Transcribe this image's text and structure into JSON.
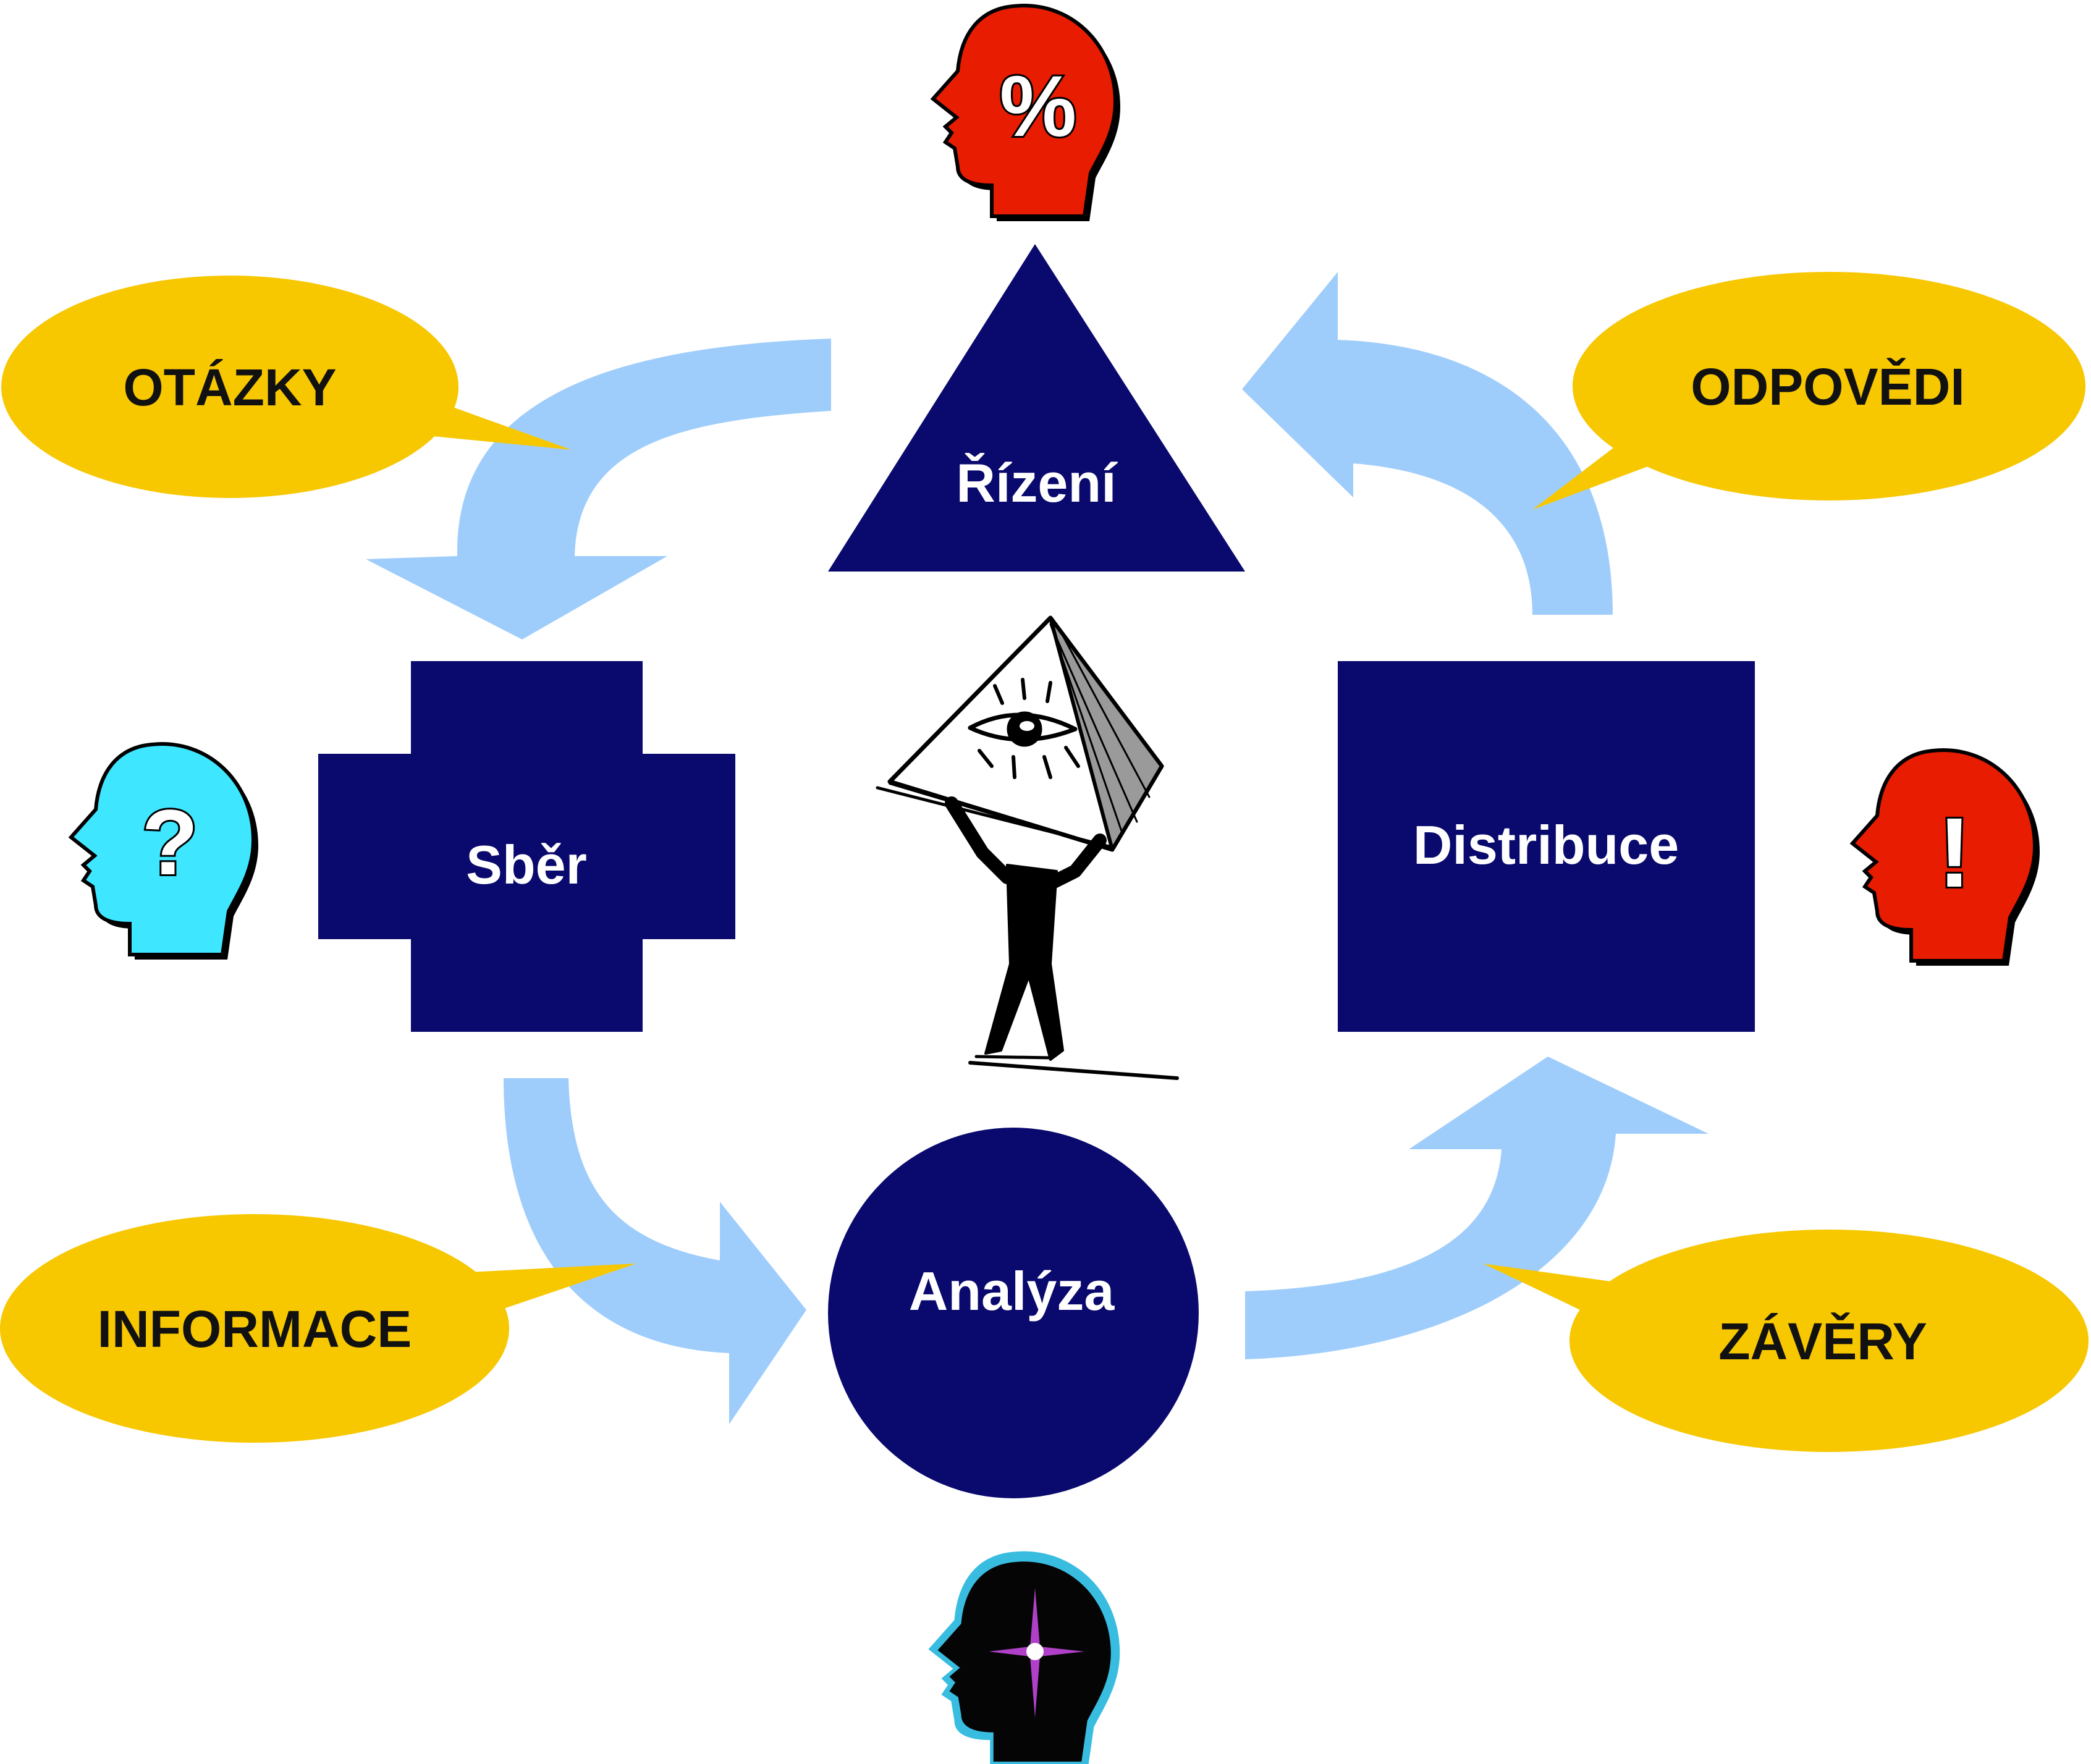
{
  "colors": {
    "node": "#0a0a6e",
    "arrow": "#9fcdfb",
    "bubble": "#f7c700",
    "head_red": "#e81c00",
    "head_cyan": "#3fe6ff",
    "head_dark": "#050505",
    "head_glow": "#38bde0",
    "background": "#ffffff"
  },
  "nodes": {
    "rizeni": "Řízení",
    "sber": "Sběr",
    "distribuce": "Distribuce",
    "analyza": "Analýza"
  },
  "bubbles": {
    "otazky": "OTÁZKY",
    "odpovedi": "ODPOVĚDI",
    "informace": "INFORMACE",
    "zavery": "ZÁVĚRY"
  },
  "heads": {
    "top_symbol": "%",
    "left_symbol": "?",
    "right_symbol": "!",
    "top_icon": "red-head-percent-icon",
    "left_icon": "cyan-head-question-icon",
    "right_icon": "red-head-exclamation-icon",
    "bottom_icon": "dark-head-sparkle-icon"
  },
  "center_icon": "man-carrying-pyramid-with-eye-icon"
}
